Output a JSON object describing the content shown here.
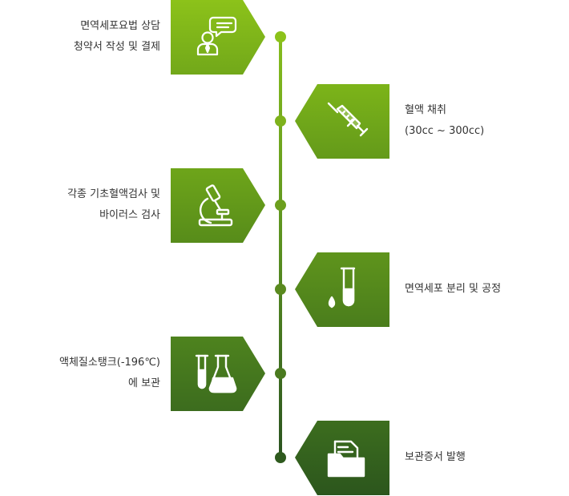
{
  "steps": [
    {
      "side": "left",
      "icon": "consultation-person-icon",
      "lines": [
        "면역세포요법 상담",
        "청약서 작성 및 결제"
      ],
      "color_top": "#8cc21a",
      "color_bottom": "#72a81a",
      "dot_color": "#8cc21a"
    },
    {
      "side": "right",
      "icon": "syringe-icon",
      "lines": [
        "혈액 채취",
        "(30cc ~ 300cc)"
      ],
      "color_top": "#7cb419",
      "color_bottom": "#649a1a",
      "dot_color": "#7eb21c"
    },
    {
      "side": "left",
      "icon": "microscope-icon",
      "lines": [
        "각종 기초혈액검사 및",
        "바이러스 검사"
      ],
      "color_top": "#6ea51a",
      "color_bottom": "#578c1a",
      "dot_color": "#6c9f1d"
    },
    {
      "side": "right",
      "icon": "test-tube-drop-icon",
      "lines": [
        "면역세포 분리 및 공정"
      ],
      "color_top": "#5f941c",
      "color_bottom": "#4a7d1c",
      "dot_color": "#5a8a1f"
    },
    {
      "side": "left",
      "icon": "flask-tube-icon",
      "lines": [
        "액체질소탱크(-196℃)",
        "에 보관"
      ],
      "color_top": "#4e831e",
      "color_bottom": "#3c6c1e",
      "dot_color": "#4a7a1f"
    },
    {
      "side": "right",
      "icon": "folder-document-icon",
      "lines": [
        "보관증서 발행"
      ],
      "color_top": "#3c6d1e",
      "color_bottom": "#2c561d",
      "dot_color": "#2e5a1e"
    }
  ]
}
